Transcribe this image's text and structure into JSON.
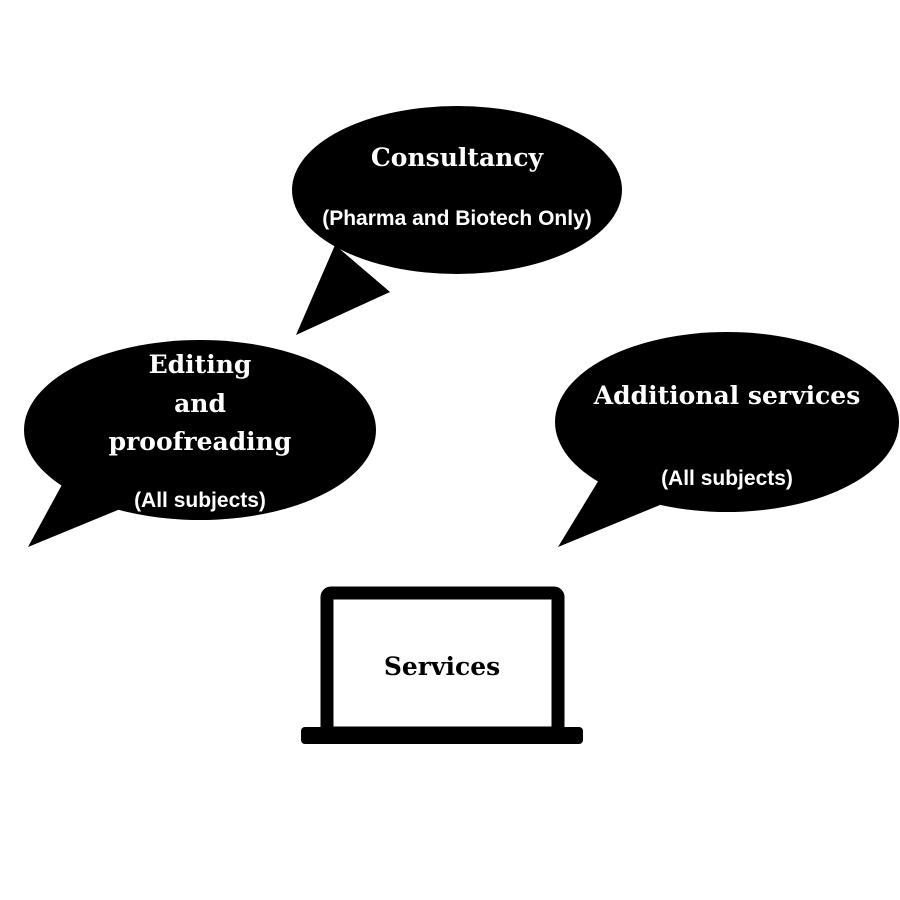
{
  "bubbles": {
    "consultancy": {
      "title": "Consultancy",
      "subtitle": "(Pharma and Biotech Only)"
    },
    "editing": {
      "title_lines": [
        "Editing",
        "and",
        "proofreading"
      ],
      "subtitle": "(All subjects)"
    },
    "additional": {
      "title": "Additional services",
      "subtitle": "(All subjects)"
    }
  },
  "laptop": {
    "label": "Services"
  },
  "colors": {
    "bubble_fill": "#000000",
    "bubble_text": "#ffffff",
    "laptop": "#000000",
    "background": "#ffffff"
  }
}
